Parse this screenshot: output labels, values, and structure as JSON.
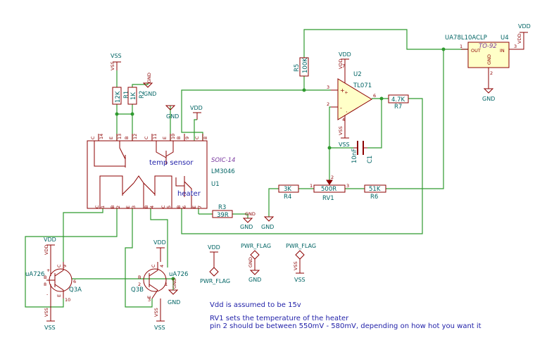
{
  "parts": {
    "u1": {
      "ref": "U1",
      "value": "LM3046",
      "package": "SOIC-14",
      "label_temp": "temp sensor",
      "label_heater": "heater"
    },
    "u2": {
      "ref": "U2",
      "value": "TL071"
    },
    "u4": {
      "ref": "U4",
      "value": "UA78L10ACLP",
      "package": "TO-92",
      "pin_out": "OUT",
      "pin_in": "IN",
      "pin_gnd": "GND"
    },
    "r1": {
      "ref": "R1",
      "value": "12K"
    },
    "r2": {
      "ref": "R2",
      "value": "1K"
    },
    "r3": {
      "ref": "R3",
      "value": "39R"
    },
    "r4": {
      "ref": "R4",
      "value": "3K"
    },
    "r5": {
      "ref": "R5",
      "value": "100K"
    },
    "r6": {
      "ref": "R6",
      "value": "51K"
    },
    "r7": {
      "ref": "R7",
      "value": "4.7K"
    },
    "rv1": {
      "ref": "RV1",
      "value": "500R"
    },
    "c1": {
      "ref": "C1",
      "value": "10nF"
    },
    "q3a": {
      "ref": "Q3A",
      "value": "uA726"
    },
    "q3b": {
      "ref": "Q3B",
      "value": "uA726"
    }
  },
  "power": {
    "vdd": "VDD",
    "vss": "VSS",
    "gnd": "GND",
    "vdd_small": "VDD",
    "vss_small": "VSS",
    "gnd_small": "GND",
    "pwr_flag": "PWR_FLAG",
    "plus": "+",
    "minus": "-"
  },
  "notes": {
    "line1": "Vdd is assumed to be 15v",
    "line2": "RV1 sets the temperature of the heater",
    "line3": "pin 2 should be between 550mV  - 580mV, depending on how hot you want it"
  },
  "pins": {
    "p1": "1",
    "p2": "2",
    "p3": "3",
    "p4": "4",
    "p5": "5",
    "p6": "6",
    "p7": "7",
    "p8": "8",
    "p9": "9",
    "p10": "10",
    "p11": "11",
    "p12": "12",
    "p13": "13",
    "p14": "14",
    "b": "B",
    "c": "C",
    "e": "E"
  },
  "colors": {
    "wire": "#2f9a2f",
    "body": "#8c0000",
    "fill": "#ffffc8",
    "ref": "#006464",
    "note": "#1f1fa8",
    "package": "#7a3aa0"
  }
}
